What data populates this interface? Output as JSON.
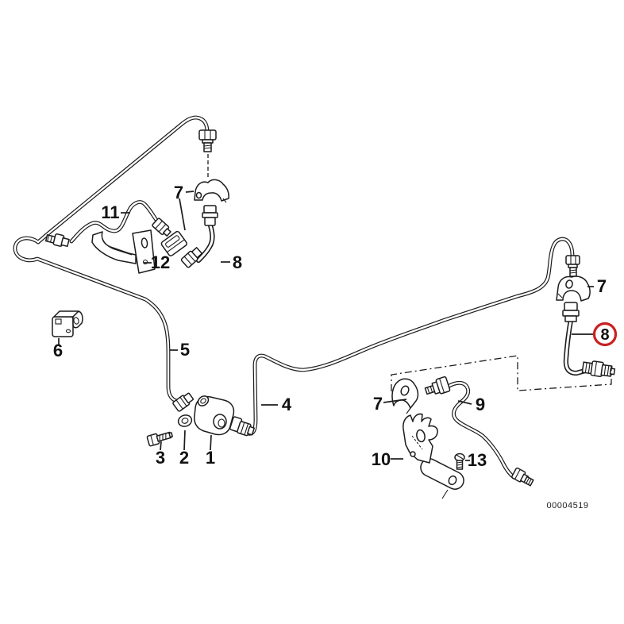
{
  "diagram": {
    "description": "exploded parts diagram of brake pipes and hoses",
    "document_number": "00004519",
    "highlight": {
      "color": "#c92121",
      "shape": "circle",
      "part": "8"
    },
    "colors": {
      "line": "#1c1c1c",
      "background": "#ffffff"
    },
    "callouts": [
      {
        "id": "11",
        "text": "11"
      },
      {
        "id": "7-top",
        "text": "7"
      },
      {
        "id": "12",
        "text": "12"
      },
      {
        "id": "8-left",
        "text": "8"
      },
      {
        "id": "6",
        "text": "6"
      },
      {
        "id": "5",
        "text": "5"
      },
      {
        "id": "4",
        "text": "4"
      },
      {
        "id": "3",
        "text": "3"
      },
      {
        "id": "2",
        "text": "2"
      },
      {
        "id": "1",
        "text": "1"
      },
      {
        "id": "7-middle",
        "text": "7"
      },
      {
        "id": "9",
        "text": "9"
      },
      {
        "id": "10",
        "text": "10"
      },
      {
        "id": "13",
        "text": "13"
      },
      {
        "id": "7-right",
        "text": "7"
      },
      {
        "id": "8-highlighted",
        "text": "8"
      }
    ]
  }
}
